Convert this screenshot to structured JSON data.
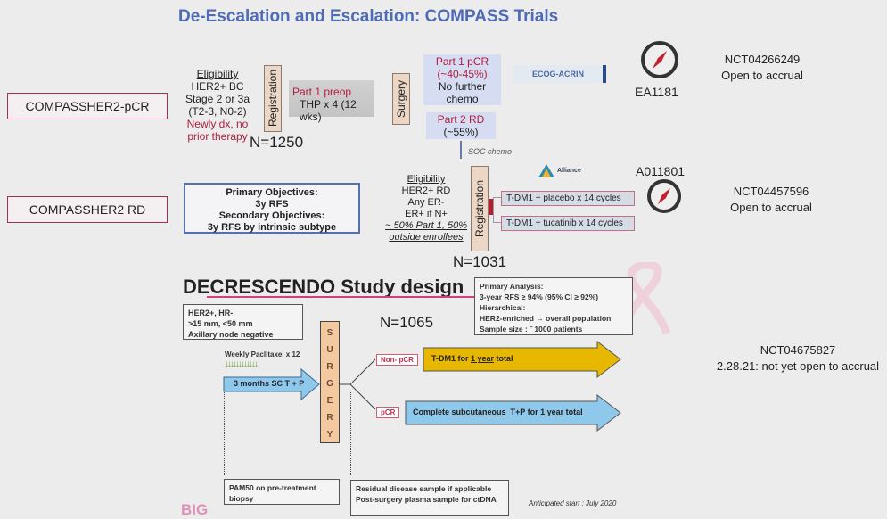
{
  "title": "De-Escalation and Escalation: COMPASS Trials",
  "trial1": {
    "name": "COMPASSHER2-pCR",
    "elig_head": "Eligibility",
    "elig": [
      "HER2+ BC",
      "Stage 2 or 3a",
      "(T2-3, N0-2)"
    ],
    "elig_red": [
      "Newly dx, no",
      "prior therapy"
    ],
    "registration": "Registration",
    "preop_red": "Part 1 preop",
    "preop": "THP x 4 (12 wks)",
    "surgery": "Surgery",
    "pcr_red": [
      "Part 1 pCR",
      "(~40-45%)"
    ],
    "pcr": [
      "No further",
      "chemo"
    ],
    "rd_red": "Part 2 RD",
    "rd": "(~55%)",
    "soc": "SOC chemo",
    "n": "N=1250",
    "logo": "ECOG-ACRIN",
    "id": "EA1181",
    "nct": "NCT04266249",
    "status": "Open to accrual"
  },
  "trial2": {
    "name": "COMPASSHER2 RD",
    "obj": [
      "Primary Objectives:",
      "3y RFS",
      "Secondary Objectives:",
      "3y RFS by intrinsic subtype"
    ],
    "elig_head": "Eligibility",
    "elig": [
      "HER2+ RD",
      "Any ER-",
      "ER+ if N+"
    ],
    "elig_it": [
      "~ 50% Part 1, 50%",
      "outside enrollees"
    ],
    "registration": "Registration",
    "arms": [
      "T-DM1 + placebo x 14 cycles",
      "T-DM1 + tucatinib x 14 cycles"
    ],
    "n": "N=1031",
    "logo": "Alliance",
    "id": "A011801",
    "nct": "NCT04457596",
    "status": "Open to accrual"
  },
  "trial3": {
    "title": "DECRESCENDO Study design",
    "analysis": [
      "Primary Analysis:",
      "3-year RFS ≥ 94% (95% CI ≥ 92%)",
      "Hierarchical:",
      "HER2-enriched → overall population",
      "Sample size : ˜ 1000 patients"
    ],
    "elig": [
      "HER2+, HR-",
      ">15 mm, <50 mm",
      "Axillary node negative"
    ],
    "n": "N=1065",
    "paclitaxel": "Weekly Paclitaxel x 12",
    "arrows": "↓↓↓↓↓↓↓↓↓↓↓↓",
    "neo": "3 months SC T + P",
    "surgery": [
      "S",
      "U",
      "R",
      "G",
      "E",
      "R",
      "Y"
    ],
    "nonpcr": "Non- pCR",
    "nonpcr_arm": [
      "T-DM1 for ",
      "1 year",
      " total"
    ],
    "pcr": "pCR",
    "pcr_arm": [
      "Complete ",
      "subcutaneous",
      "  T+P for ",
      "1 year",
      " total"
    ],
    "pam50": "PAM50 on pre-treatment biopsy",
    "residual": [
      "Residual disease sample if applicable",
      "Post-surgery plasma sample for ctDNA"
    ],
    "start": "Anticipated start : July 2020",
    "logo": "BIG",
    "nct": "NCT04675827",
    "status": "2.28.21: not yet open to accrual"
  },
  "colors": {
    "title": "#4f6bb5",
    "yellow": "#e8b800",
    "blue": "#8ec8ea"
  }
}
